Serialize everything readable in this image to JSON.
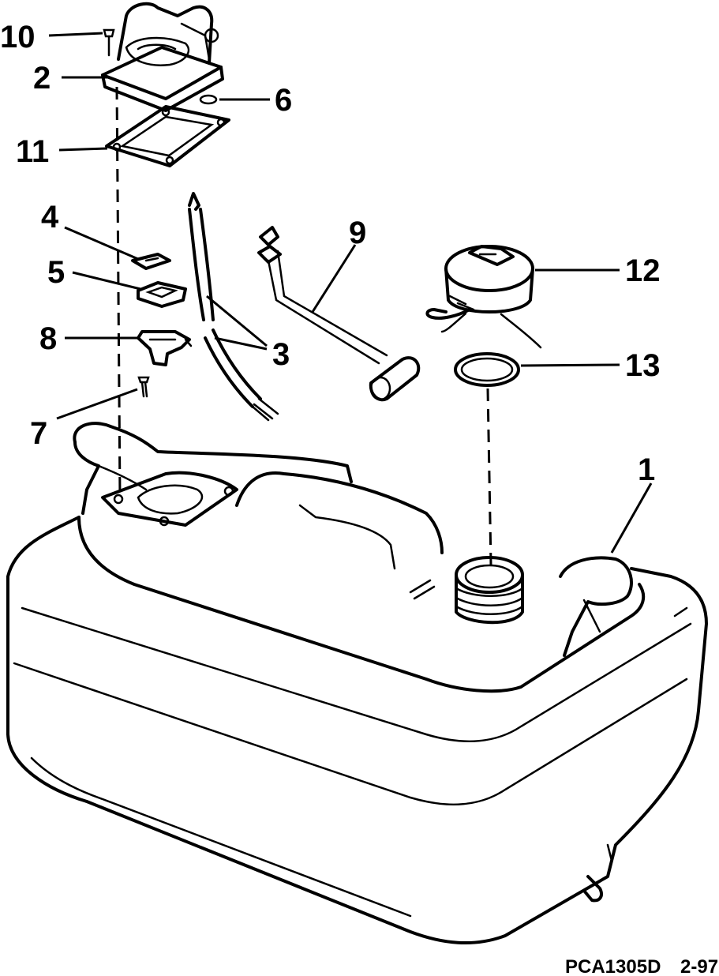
{
  "callouts": [
    {
      "id": "c1",
      "text": "1"
    },
    {
      "id": "c2",
      "text": "2"
    },
    {
      "id": "c3",
      "text": "3"
    },
    {
      "id": "c4",
      "text": "4"
    },
    {
      "id": "c5",
      "text": "5"
    },
    {
      "id": "c6",
      "text": "6"
    },
    {
      "id": "c7",
      "text": "7"
    },
    {
      "id": "c8",
      "text": "8"
    },
    {
      "id": "c9",
      "text": "9"
    },
    {
      "id": "c10",
      "text": "10"
    },
    {
      "id": "c11",
      "text": "11"
    },
    {
      "id": "c12",
      "text": "12"
    },
    {
      "id": "c13",
      "text": "13"
    }
  ],
  "footer": {
    "code": "PCA1305D",
    "date": "2-97"
  }
}
